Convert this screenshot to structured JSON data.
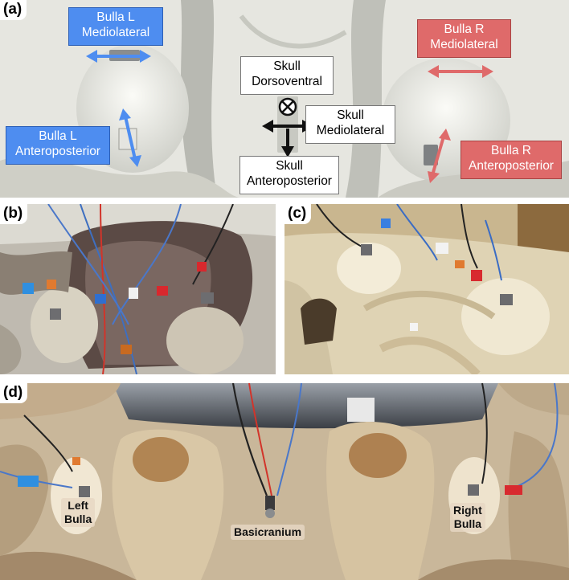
{
  "panels": {
    "a": {
      "label": "(a)",
      "bulla_l_mediolateral": [
        "Bulla L",
        "Mediolateral"
      ],
      "bulla_l_anteroposterior": [
        "Bulla L",
        "Anteroposterior"
      ],
      "bulla_r_mediolateral": [
        "Bulla R",
        "Mediolateral"
      ],
      "bulla_r_anteroposterior": [
        "Bulla R",
        "Anteroposterior"
      ],
      "skull_dorsoventral": [
        "Skull",
        "Dorsoventral"
      ],
      "skull_mediolateral": [
        "Skull",
        "Mediolateral"
      ],
      "skull_anteroposterior": [
        "Skull",
        "Anteroposterior"
      ]
    },
    "b": {
      "label": "(b)"
    },
    "c": {
      "label": "(c)"
    },
    "d": {
      "label": "(d)",
      "left_bulla": [
        "Left",
        "Bulla"
      ],
      "basicranium": "Basicranium",
      "right_bulla": [
        "Right",
        "Bulla"
      ]
    }
  },
  "colors": {
    "left_axis": "#4e8df0",
    "right_axis": "#df6a6a",
    "skull_axis": "#111111"
  }
}
